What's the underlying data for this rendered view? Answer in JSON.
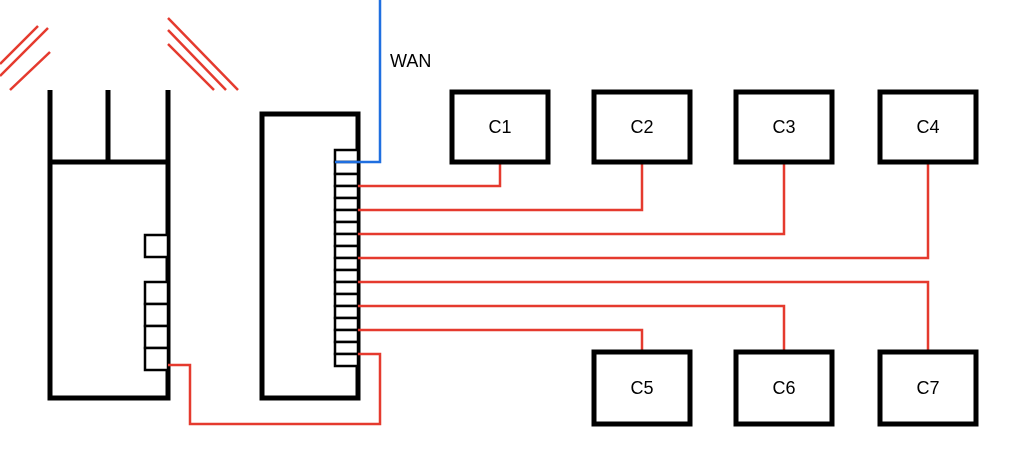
{
  "labels": {
    "wan": "WAN"
  },
  "clients": [
    {
      "id": "C1"
    },
    {
      "id": "C2"
    },
    {
      "id": "C3"
    },
    {
      "id": "C4"
    },
    {
      "id": "C5"
    },
    {
      "id": "C6"
    },
    {
      "id": "C7"
    }
  ],
  "colors": {
    "lan_cable": "#e53a2e",
    "wan_cable": "#1f6fe0",
    "device_outline": "#000000"
  }
}
